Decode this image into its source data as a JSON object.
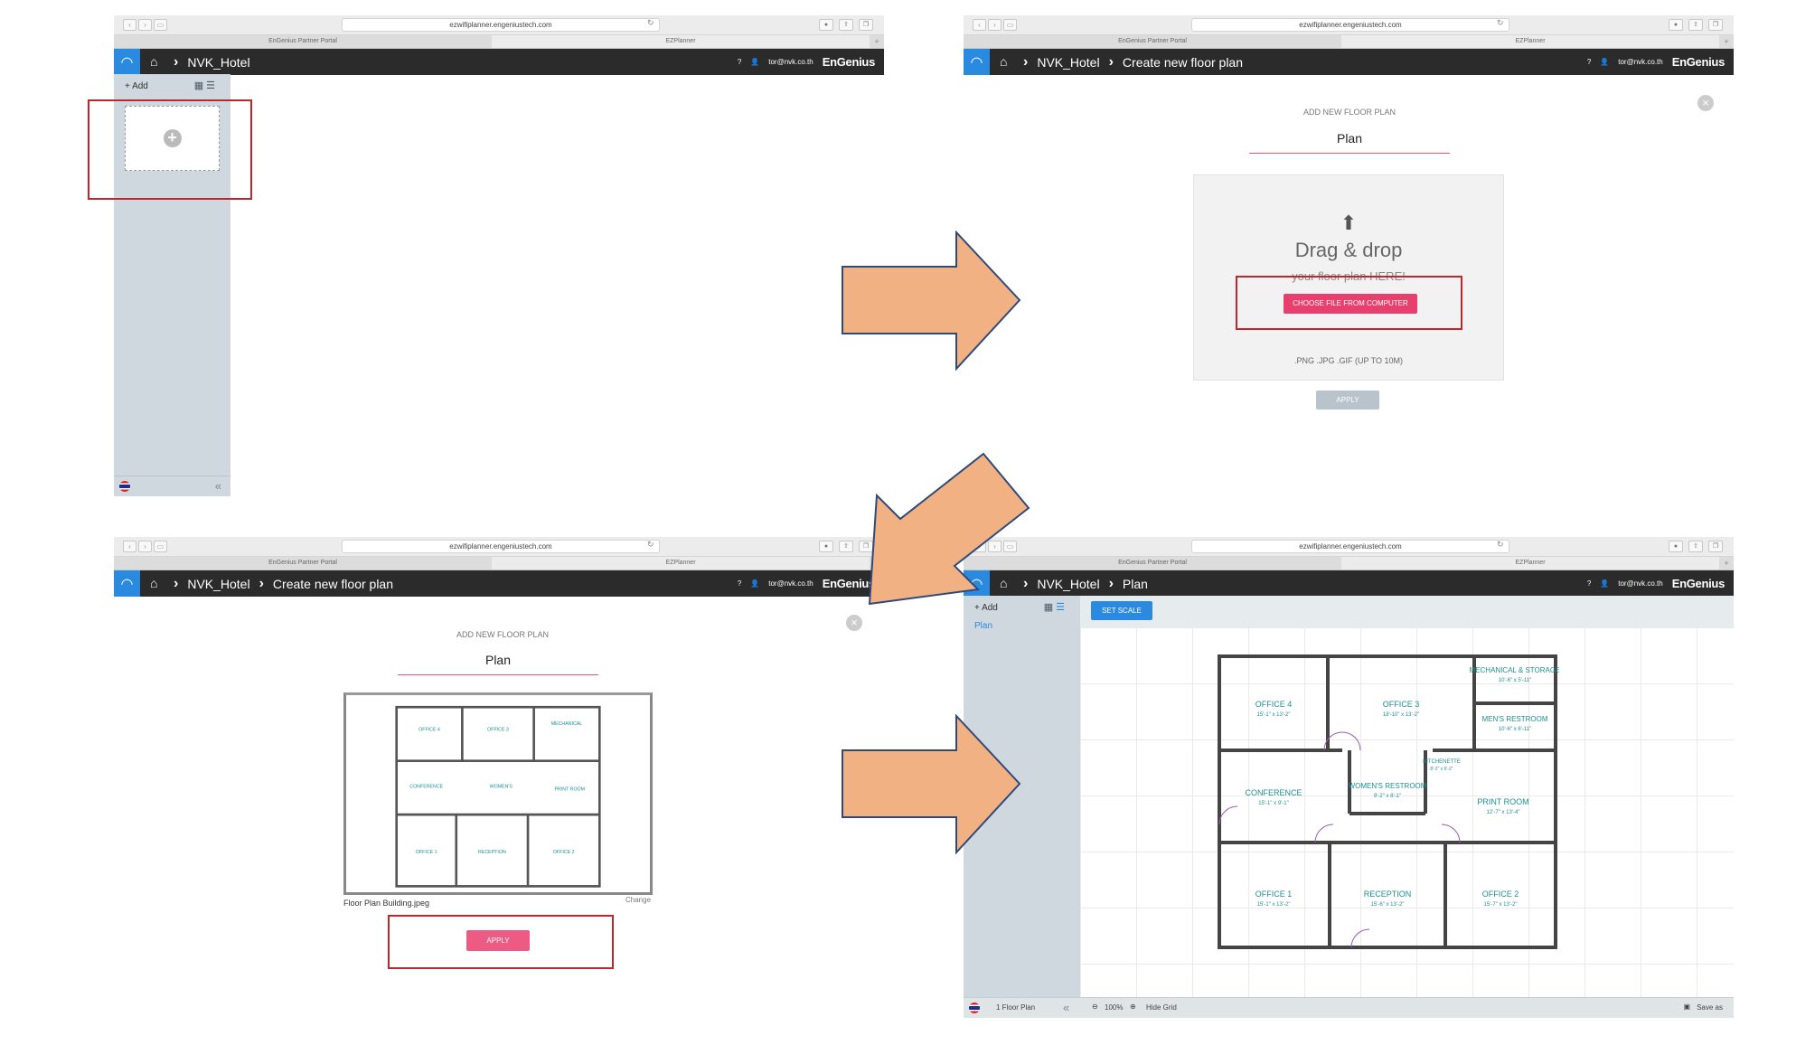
{
  "browser": {
    "url": "ezwifiplanner.engeniustech.com",
    "tabs": [
      "EnGenius Partner Portal",
      "EZPlanner"
    ]
  },
  "app": {
    "project": "NVK_Hotel",
    "user": "tor@nvk.co.th",
    "brand": "EnGenius",
    "help_icon": "?"
  },
  "step1": {
    "add_label": "Add"
  },
  "step2": {
    "crumb": "Create new floor plan",
    "dialog_title": "ADD NEW FLOOR PLAN",
    "plan_name": "Plan",
    "drag_drop": "Drag & drop",
    "drop_sub": "your floor plan HERE!",
    "choose_file": "CHOOSE FILE FROM COMPUTER",
    "file_types": ".PNG .JPG .GIF (UP TO 10M)",
    "apply": "APPLY"
  },
  "step3": {
    "crumb": "Create new floor plan",
    "dialog_title": "ADD NEW FLOOR PLAN",
    "plan_name": "Plan",
    "file_name": "Floor Plan Building.jpeg",
    "change": "Change",
    "apply": "APPLY"
  },
  "step4": {
    "crumb": "Plan",
    "add_label": "Add",
    "floor_item": "Plan",
    "set_scale": "SET SCALE",
    "floor_count": "1 Floor Plan",
    "zoom": "100%",
    "hide_grid": "Hide Grid",
    "save_as": "Save as"
  },
  "floorplan": {
    "rooms": [
      {
        "name": "OFFICE 4",
        "dims": "15'-1\" x 13'-2\""
      },
      {
        "name": "OFFICE 3",
        "dims": "18'-10\" x 13'-2\""
      },
      {
        "name": "MECHANICAL & STORAGE",
        "dims": "10'-6\" x 5'-11\""
      },
      {
        "name": "MEN'S RESTROOM",
        "dims": "10'-6\" x 6'-11\""
      },
      {
        "name": "CONFERENCE",
        "dims": "15'-1\" x 9'-1\""
      },
      {
        "name": "WOMEN'S RESTROOM",
        "dims": "9'-2\" x 8'-1\""
      },
      {
        "name": "KITCHENETTE",
        "dims": "8'-2\" x 6'-2\""
      },
      {
        "name": "PRINT ROOM",
        "dims": "12'-7\" x 13'-4\""
      },
      {
        "name": "OFFICE 1",
        "dims": "15'-1\" x 13'-2\""
      },
      {
        "name": "RECEPTION",
        "dims": "15'-6\" x 13'-2\""
      },
      {
        "name": "OFFICE 2",
        "dims": "15'-7\" x 13'-2\""
      }
    ]
  },
  "colors": {
    "accent_pink": "#e83f6f",
    "brand_blue": "#2a8ae0",
    "annotation_red": "#c0272d",
    "arrow_fill": "#f2b183",
    "arrow_stroke": "#2f4a7a"
  }
}
